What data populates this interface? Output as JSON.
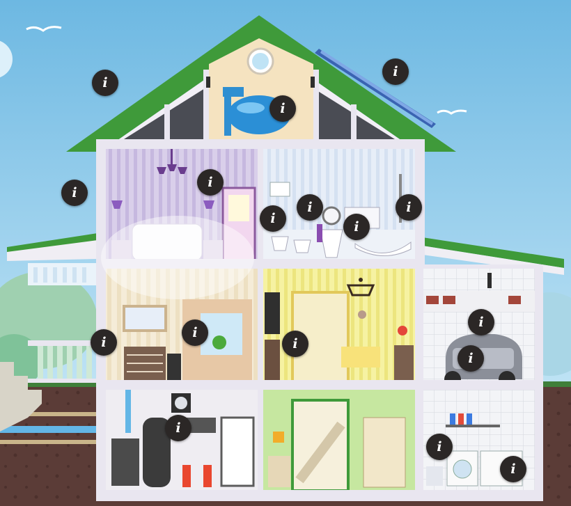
{
  "colors": {
    "sky_top": "#6db8e2",
    "sky_bottom": "#bfe3f5",
    "roof_green": "#3f9a3a",
    "wall_frame": "#e9e6f0",
    "ground": "#5a3b36",
    "info_button": "#2b2726"
  },
  "info_buttons": [
    {
      "icon": "info-icon",
      "glyph": "i",
      "room": "roof"
    },
    {
      "icon": "info-icon",
      "glyph": "i",
      "room": "solar-panels"
    },
    {
      "icon": "info-icon",
      "glyph": "i",
      "room": "attic-water-tank"
    },
    {
      "icon": "info-icon",
      "glyph": "i",
      "room": "exterior-wall"
    },
    {
      "icon": "info-icon",
      "glyph": "i",
      "room": "bedroom"
    },
    {
      "icon": "info-icon",
      "glyph": "i",
      "room": "bathroom-toilet"
    },
    {
      "icon": "info-icon",
      "glyph": "i",
      "room": "bathroom-mirror"
    },
    {
      "icon": "info-icon",
      "glyph": "i",
      "room": "bathroom-sink"
    },
    {
      "icon": "info-icon",
      "glyph": "i",
      "room": "bathroom-shower"
    },
    {
      "icon": "info-icon",
      "glyph": "i",
      "room": "living-room-wall"
    },
    {
      "icon": "info-icon",
      "glyph": "i",
      "room": "living-room-window"
    },
    {
      "icon": "info-icon",
      "glyph": "i",
      "room": "kitchen"
    },
    {
      "icon": "info-icon",
      "glyph": "i",
      "room": "garage-light"
    },
    {
      "icon": "info-icon",
      "glyph": "i",
      "room": "garage-car"
    },
    {
      "icon": "info-icon",
      "glyph": "i",
      "room": "boiler-room"
    },
    {
      "icon": "info-icon",
      "glyph": "i",
      "room": "laundry-shelf"
    },
    {
      "icon": "info-icon",
      "glyph": "i",
      "room": "laundry-dryer"
    }
  ]
}
